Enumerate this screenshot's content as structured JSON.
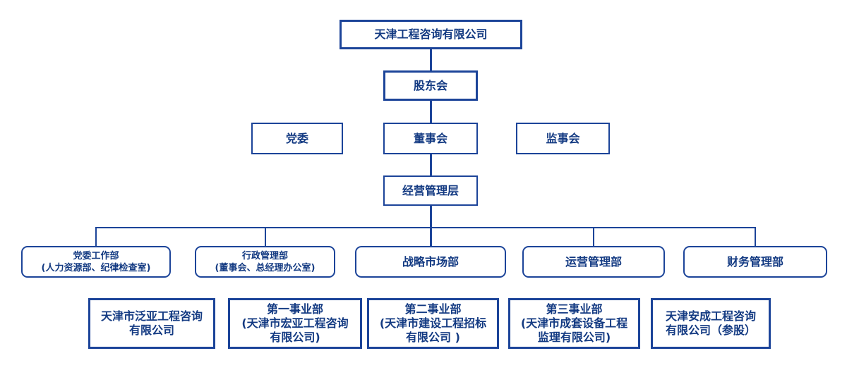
{
  "palette": {
    "line_color": "#1c4499",
    "text_color": "#133a82",
    "background_color": "#ffffff"
  },
  "org": {
    "root": "天津工程咨询有限公司",
    "shareholders": "股东会",
    "party_committee": "党委",
    "board": "董事会",
    "supervisory_board": "监事会",
    "management": "经营管理层",
    "departments": [
      {
        "line1": "党委工作部",
        "line2": "(人力资源部、纪律检查室)"
      },
      {
        "line1": "行政管理部",
        "line2": "(董事会、总经理办公室)"
      },
      {
        "line1": "战略市场部"
      },
      {
        "line1": "运营管理部"
      },
      {
        "line1": "财务管理部"
      }
    ],
    "subsidiaries": [
      {
        "line1": "天津市泛亚工程咨询",
        "line2": "有限公司"
      },
      {
        "line1": "第一事业部",
        "line2": "(天津市宏亚工程咨询",
        "line3": "有限公司)"
      },
      {
        "line1": "第二事业部",
        "line2": "(天津市建设工程招标",
        "line3": "有限公司 )"
      },
      {
        "line1": "第三事业部",
        "line2": "(天津市成套设备工程",
        "line3": "监理有限公司)"
      },
      {
        "line1": "天津安成工程咨询",
        "line2": "有限公司（参股）"
      }
    ]
  }
}
